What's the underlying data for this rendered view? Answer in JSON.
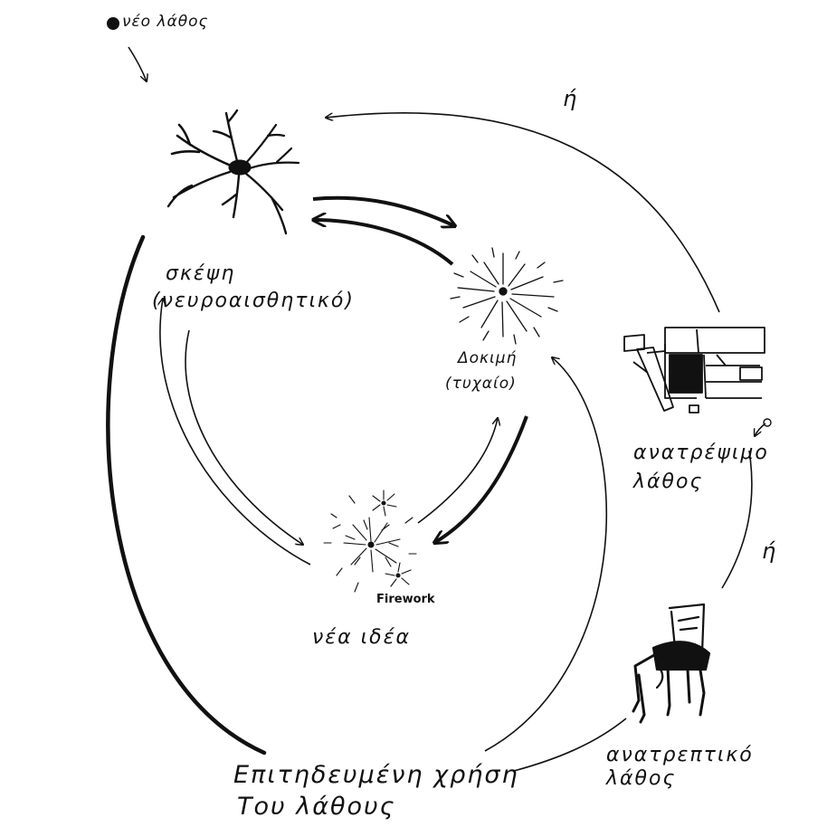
{
  "start_label": "νέο λάθος",
  "nodes": {
    "thought": {
      "line1": "σκέψη",
      "line2": "(νευροαισθητικό)"
    },
    "trial": {
      "line1": "Δοκιμή",
      "line2": "(τυχαίο)"
    },
    "new_idea": {
      "label": "νέα ιδέα",
      "sketch_caption": "Firework"
    },
    "reversible_error": {
      "line1": "ανατρέψιμο",
      "line2": "λάθος"
    },
    "irreversible_error": {
      "line1": "ανατρεπτικό",
      "line2": "λάθος"
    },
    "deliberate_use": {
      "line1": "Επιτηδευμένη χρήση",
      "line2": "Του λάθους"
    }
  },
  "or_labels": [
    "ή",
    "ή"
  ],
  "icons": [
    "neuron-icon",
    "spark-icon",
    "firework-icon",
    "broken-drawers-icon",
    "melting-chair-icon",
    "bullet-dot-icon"
  ]
}
